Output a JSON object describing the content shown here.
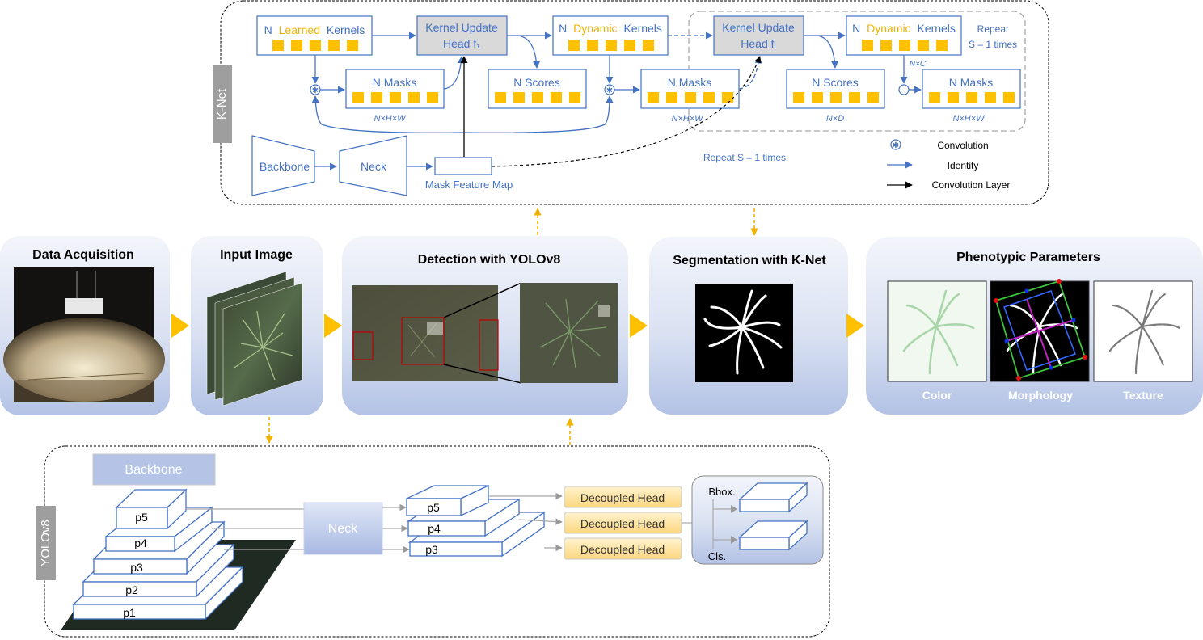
{
  "knet": {
    "side_label": "K-Net",
    "learned_kernels": {
      "n": "N",
      "word": "Learned",
      "rest": "Kernels"
    },
    "kernel_update_1": {
      "line1": "Kernel Update",
      "line2": "Head f₁"
    },
    "dynamic_kernels_1": {
      "n": "N",
      "word": "Dynamic",
      "rest": "Kernels"
    },
    "kernel_update_i": {
      "line1": "Kernel Update",
      "line2": "Head fᵢ"
    },
    "dynamic_kernels_2": {
      "n": "N",
      "word": "Dynamic",
      "rest": "Kernels"
    },
    "repeat_box_label": {
      "line1": "Repeat",
      "line2": "S – 1 times"
    },
    "masks_1": "N Masks",
    "masks_1_dim": "N×H×W",
    "scores_1": "N Scores",
    "masks_2": "N Masks",
    "masks_2_dim": "N×H×W",
    "scores_2": "N Scores",
    "scores_2_dim": "N×D",
    "masks_3": "N Masks",
    "masks_3_dim": "N×H×W",
    "nc_label": "N×C",
    "backbone": "Backbone",
    "neck": "Neck",
    "mask_feature_map": "Mask Feature Map",
    "repeat_note": "Repeat S – 1 times",
    "legend": {
      "convolution": "Convolution",
      "identity": "Identity",
      "conv_layer": "Convolution Layer"
    }
  },
  "pipeline": {
    "data_acquisition": "Data Acquisition",
    "input_image": "Input Image",
    "detection": "Detection with YOLOv8",
    "segmentation": "Segmentation with K-Net",
    "phenotypic": "Phenotypic Parameters",
    "color": "Color",
    "morphology": "Morphology",
    "texture": "Texture"
  },
  "yolo": {
    "side_label": "YOLOv8",
    "backbone": "Backbone",
    "levels": [
      "p5",
      "p4",
      "p3",
      "p2",
      "p1"
    ],
    "neck": "Neck",
    "neck_levels": [
      "p5",
      "p4",
      "p3"
    ],
    "heads": [
      "Decoupled Head",
      "Decoupled Head",
      "Decoupled Head"
    ],
    "bbox": "Bbox.",
    "cls": "Cls."
  },
  "colors": {
    "accent_blue": "#4472c4",
    "kernel_yellow": "#ffc000",
    "arrow_orange": "#f0b400",
    "panel_gradient_top": "#eef2fa",
    "panel_gradient_bottom": "#b4c3e6"
  }
}
